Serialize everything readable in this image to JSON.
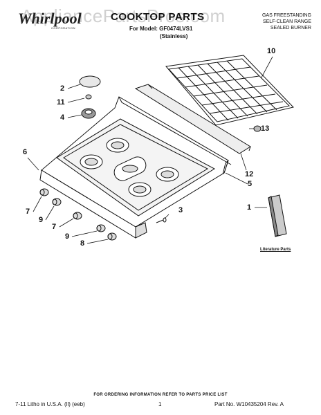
{
  "watermark": "AppliancePartsPros.com",
  "brand": {
    "name": "Whirlpool",
    "sub": "CORPORATION"
  },
  "header": {
    "title": "COOKTOP PARTS",
    "model": "For Model: GF0474LVS1",
    "finish": "(Stainless)"
  },
  "product_info": [
    "GAS FREESTANDING",
    "SELF-CLEAN RANGE",
    "SEALED BURNER"
  ],
  "callouts": {
    "c1": "1",
    "c2": "2",
    "c3": "3",
    "c4": "4",
    "c5": "5",
    "c6": "6",
    "c7a": "7",
    "c7b": "7",
    "c8": "8",
    "c9a": "9",
    "c9b": "9",
    "c10": "10",
    "c11": "11",
    "c12": "12",
    "c13": "13"
  },
  "literature_label": "Literature Parts",
  "footer": {
    "note": "FOR ORDERING INFORMATION REFER TO PARTS PRICE LIST",
    "left": "7-11 Litho in U.S.A. (ll) (eeb)",
    "page": "1",
    "part_no": "Part No. W10435204 Rev. A"
  }
}
